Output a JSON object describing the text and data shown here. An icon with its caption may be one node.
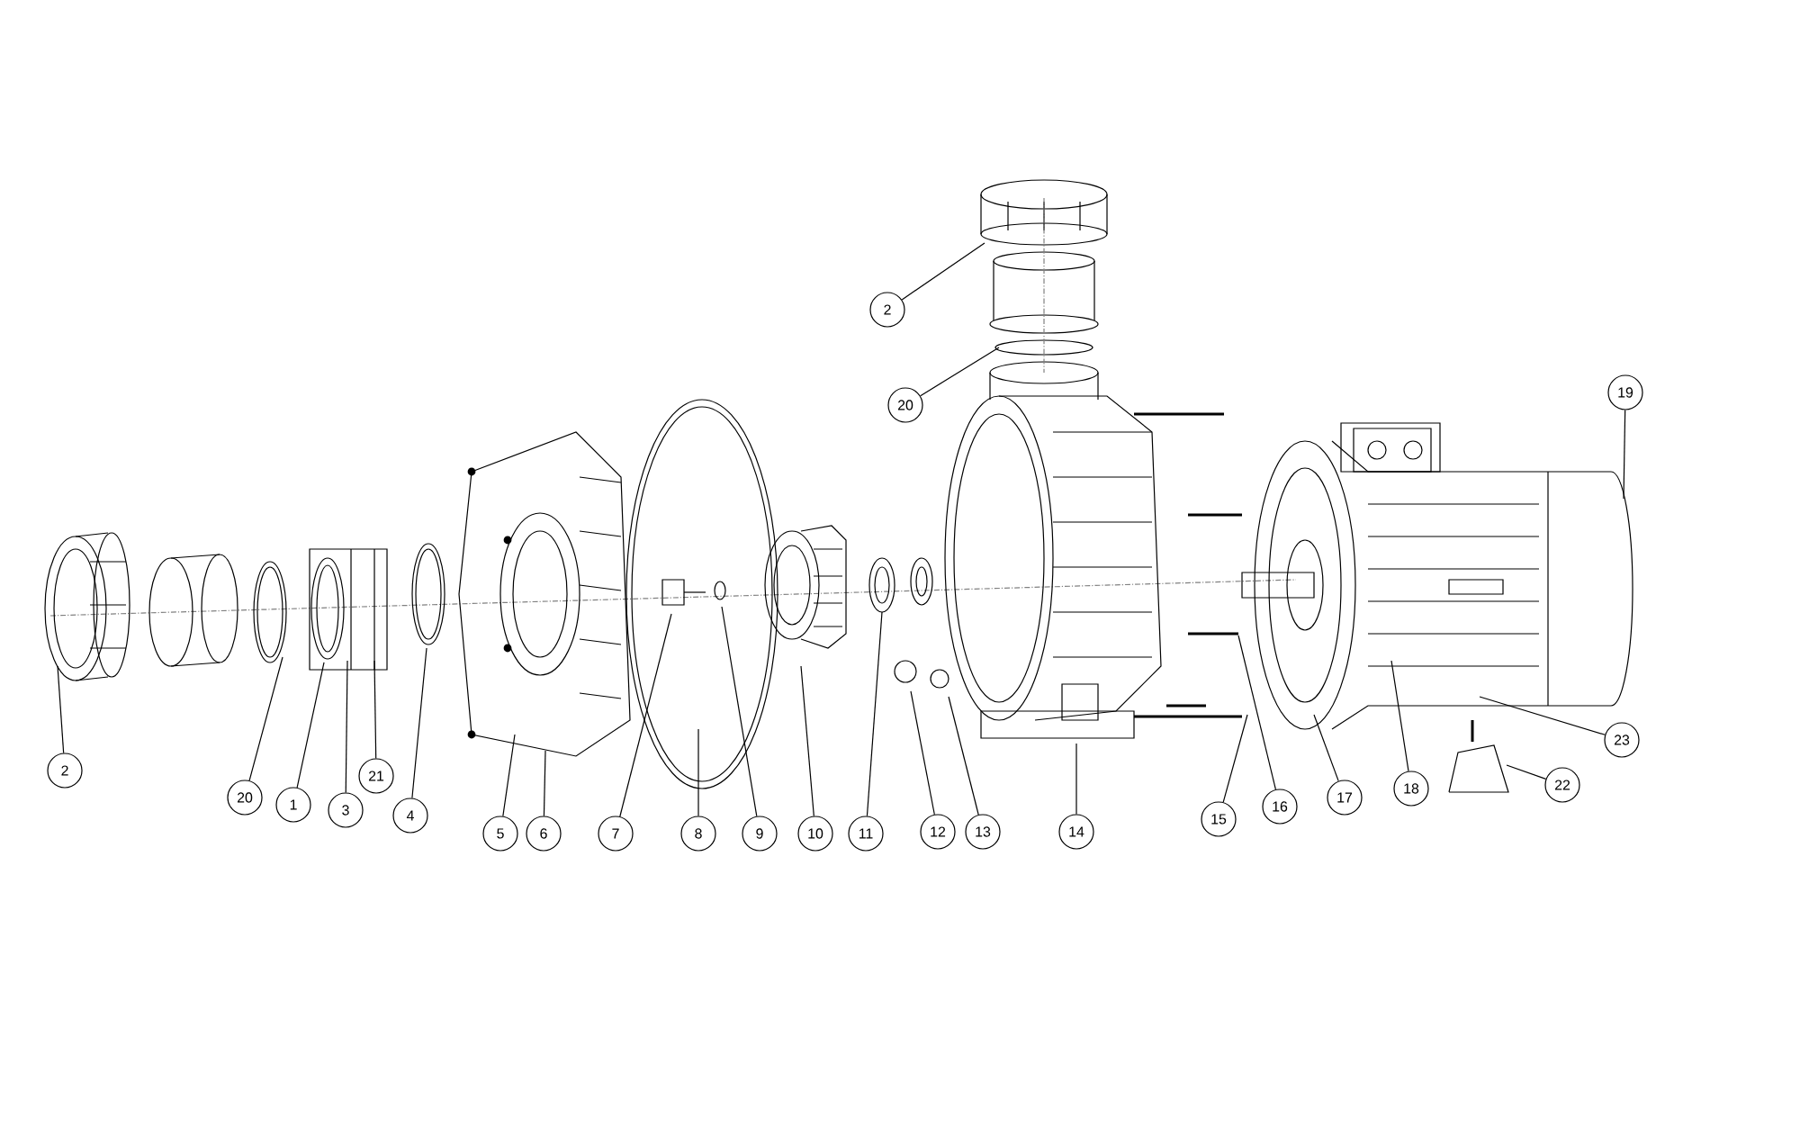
{
  "diagram": {
    "nodes": [
      {
        "text": [
          "2"
        ]
      },
      {
        "text": [
          "20"
        ]
      },
      {
        "text": [
          "19"
        ]
      },
      {
        "text": [
          "2"
        ]
      },
      {
        "text": [
          "20"
        ]
      },
      {
        "text": [
          "1"
        ]
      },
      {
        "text": [
          "3"
        ]
      },
      {
        "text": [
          "21"
        ]
      },
      {
        "text": [
          "4"
        ]
      },
      {
        "text": [
          "5"
        ]
      },
      {
        "text": [
          "6"
        ]
      },
      {
        "text": [
          "7"
        ]
      },
      {
        "text": [
          "8"
        ]
      },
      {
        "text": [
          "9"
        ]
      },
      {
        "text": [
          "10"
        ]
      },
      {
        "text": [
          "11"
        ]
      },
      {
        "text": [
          "12"
        ]
      },
      {
        "text": [
          "13"
        ]
      },
      {
        "text": [
          "14"
        ]
      },
      {
        "text": [
          "15"
        ]
      },
      {
        "text": [
          "16"
        ]
      },
      {
        "text": [
          "17"
        ]
      },
      {
        "text": [
          "18"
        ]
      },
      {
        "text": [
          "23"
        ]
      },
      {
        "text": [
          "22"
        ]
      }
    ],
    "edges": [
      {
        "from": 0,
        "to": null,
        "arrow": "none"
      },
      {
        "from": 1,
        "to": null,
        "arrow": "none"
      },
      {
        "from": 2,
        "to": null,
        "arrow": "none"
      },
      {
        "from": 3,
        "to": null,
        "arrow": "none"
      },
      {
        "from": 4,
        "to": null,
        "arrow": "none"
      },
      {
        "from": 5,
        "to": null,
        "arrow": "none"
      },
      {
        "from": 6,
        "to": null,
        "arrow": "none"
      },
      {
        "from": 7,
        "to": null,
        "arrow": "none"
      },
      {
        "from": 8,
        "to": null,
        "arrow": "none"
      },
      {
        "from": 9,
        "to": null,
        "arrow": "none"
      },
      {
        "from": 10,
        "to": null,
        "arrow": "none"
      },
      {
        "from": 11,
        "to": null,
        "arrow": "none"
      },
      {
        "from": 12,
        "to": null,
        "arrow": "none"
      },
      {
        "from": 13,
        "to": null,
        "arrow": "none"
      },
      {
        "from": 14,
        "to": null,
        "arrow": "none"
      },
      {
        "from": 15,
        "to": null,
        "arrow": "none"
      },
      {
        "from": 16,
        "to": null,
        "arrow": "none"
      },
      {
        "from": 17,
        "to": null,
        "arrow": "none"
      },
      {
        "from": 18,
        "to": null,
        "arrow": "none"
      },
      {
        "from": 19,
        "to": null,
        "arrow": "none"
      },
      {
        "from": 20,
        "to": null,
        "arrow": "none"
      },
      {
        "from": 21,
        "to": null,
        "arrow": "none"
      },
      {
        "from": 22,
        "to": null,
        "arrow": "none"
      },
      {
        "from": 23,
        "to": null,
        "arrow": "none"
      },
      {
        "from": 24,
        "to": null,
        "arrow": "none"
      }
    ]
  }
}
